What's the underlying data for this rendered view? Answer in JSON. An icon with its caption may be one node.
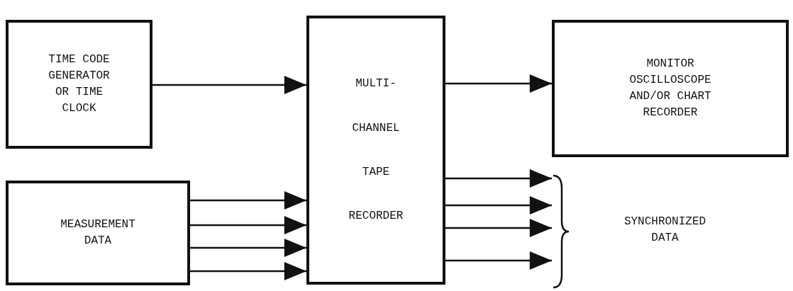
{
  "diagram": {
    "nodes": [
      {
        "text": [
          "TIME CODE GENERATOR OR TIME CLOCK"
        ]
      },
      {
        "text": [
          "MULTI- CHANNEL TAPE RECORDER"
        ]
      },
      {
        "text": [
          "MONITOR OSCILLOSCOPE AND/OR CHART RECORDER"
        ]
      },
      {
        "text": [
          "MEASUREMENT DATA"
        ]
      },
      {
        "text": [
          "SYNCHRONIZED DATA"
        ]
      }
    ],
    "edges": [
      {
        "from": 0,
        "to": 1,
        "arrow": "to"
      },
      {
        "from": 1,
        "to": 2,
        "arrow": "to"
      },
      {
        "from": 3,
        "to": 1,
        "arrow": "to"
      },
      {
        "from": 3,
        "to": 1,
        "arrow": "to"
      },
      {
        "from": 3,
        "to": 1,
        "arrow": "to"
      },
      {
        "from": 3,
        "to": 1,
        "arrow": "to"
      },
      {
        "from": 1,
        "to": 4,
        "arrow": "to"
      },
      {
        "from": 1,
        "to": 4,
        "arrow": "to"
      },
      {
        "from": 1,
        "to": 4,
        "arrow": "to"
      },
      {
        "from": 1,
        "to": 4,
        "arrow": "to"
      }
    ]
  }
}
